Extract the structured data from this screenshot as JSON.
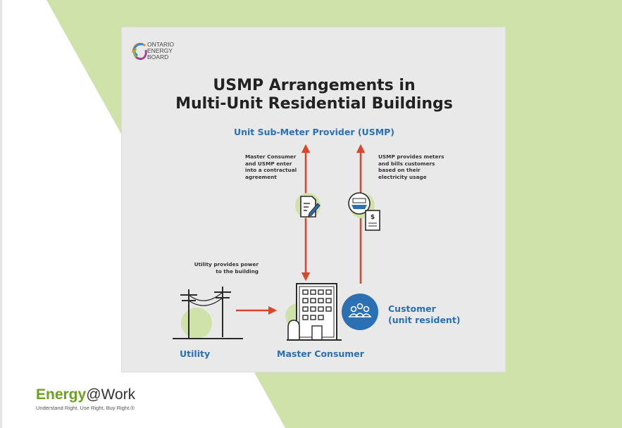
{
  "colors": {
    "green_accent": "#cfe2a9",
    "arrow": "#d9472b",
    "blue": "#2b70b3",
    "card": "#e9e9e9"
  },
  "logo": {
    "line1": "ONTARIO",
    "line2": "ENERGY",
    "line3": "BOARD"
  },
  "title": {
    "line1": "USMP Arrangements in",
    "line2": "Multi-Unit Residential Buildings"
  },
  "provider_label": "Unit Sub-Meter Provider (USMP)",
  "notes": {
    "contract": [
      "Master Consumer",
      "and USMP enter",
      "into a contractual",
      "agreement"
    ],
    "meters": [
      "USMP provides meters",
      "and bills customers",
      "based on their",
      "electricity usage"
    ],
    "utility": [
      "Utility provides power",
      "to the building"
    ]
  },
  "labels": {
    "utility": "Utility",
    "master_consumer": "Master Consumer",
    "customer_line1": "Customer",
    "customer_line2": "(unit resident)"
  },
  "brand": {
    "name_a": "Energy",
    "name_b": "@Work",
    "tagline": "Understand Right. Use Right. Buy Right.®"
  }
}
